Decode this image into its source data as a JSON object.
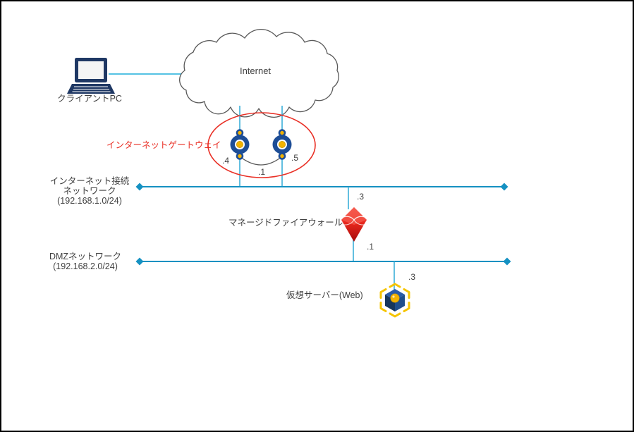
{
  "diagram": {
    "client_pc": {
      "label": "クライアントPC",
      "icon": "laptop-icon"
    },
    "internet": {
      "label": "Internet",
      "icon": "cloud-icon"
    },
    "gateway": {
      "label": "インターネットゲートウェイ",
      "icon": "gateway-icon",
      "port_left": ".4",
      "port_right": ".5",
      "port_shared": ".1"
    },
    "internet_network": {
      "label_lines": [
        "インターネット接続",
        "ネットワーク",
        "(192.168.1.0/24)"
      ]
    },
    "firewall": {
      "label": "マネージドファイアウォール",
      "icon": "firewall-diamond-icon",
      "port_upper": ".3",
      "port_lower": ".1"
    },
    "dmz_network": {
      "label_lines": [
        "DMZネットワーク",
        "(192.168.2.0/24)"
      ]
    },
    "web_server": {
      "label": "仮想サーバー(Web)",
      "icon": "virtual-server-cube-icon",
      "port": ".3"
    }
  },
  "colors": {
    "background": "#ffffff",
    "canvas_border": "#000000",
    "client_link_cyan": "#55c2e4",
    "connector_cyan": "#3bafd9",
    "trunk_teal": "#1591c2",
    "highlight_red": "#e93026",
    "laptop_navy": "#1f3864",
    "gateway_blue": "#1d4d96",
    "gold": "#f2b200",
    "bracket_yellow": "#f5c400",
    "firewall_red_light": "#f76b5e",
    "firewall_red_dark": "#a50a0a",
    "cloud_stroke": "#595959",
    "text": "#404040"
  }
}
